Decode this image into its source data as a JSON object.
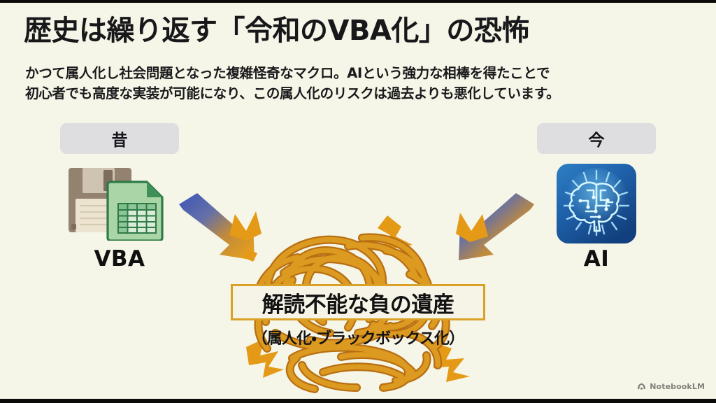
{
  "slide": {
    "background_color": "#f5f5e8",
    "title": "歴史は繰り返す「令和のVBA化」の恐怖",
    "subtitle_line1": "かつて属人化し社会問題となった複雑怪奇なマクロ。AIという強力な相棒を得たことで",
    "subtitle_line2": "初心者でも高度な実装が可能になり、この属人化のリスクは過去よりも悪化しています。"
  },
  "left": {
    "era_chip": "昔",
    "icon_name": "floppy-disk-spreadsheet-icon",
    "label": "VBA"
  },
  "right": {
    "era_chip": "今",
    "icon_name": "ai-brain-icon",
    "label": "AI"
  },
  "arrows": {
    "left_arrow_name": "gradient-arrow-down-right",
    "right_arrow_name": "gradient-arrow-down-left",
    "gradient_start": "#3f5fc0",
    "gradient_end": "#e8a317"
  },
  "center": {
    "tangle_name": "tangled-spaghetti-knot",
    "tangle_color": "#d8921f",
    "callout_title": "解読不能な負の遺産",
    "callout_subtitle": "（属人化・ブラックボックス化）",
    "callout_border_color": "#d9a227",
    "callout_fill_color": "#f6f4e6"
  },
  "watermark": {
    "label": "NotebookLM",
    "icon_name": "notebooklm-icon"
  }
}
